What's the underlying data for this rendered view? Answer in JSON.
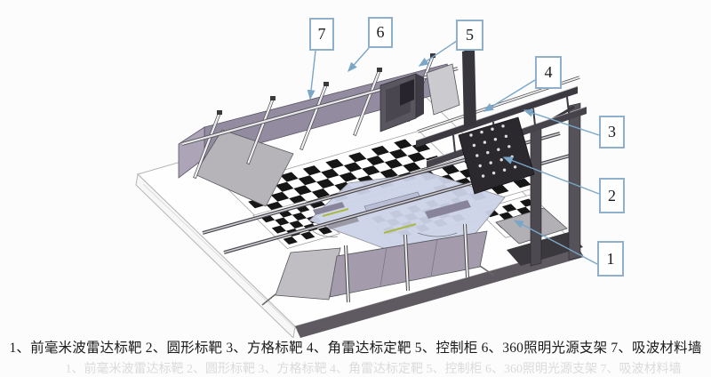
{
  "callouts": [
    {
      "num": "1",
      "target": "前毫米波雷达标靶"
    },
    {
      "num": "2",
      "target": "圆形标靶"
    },
    {
      "num": "3",
      "target": "方格标靶"
    },
    {
      "num": "4",
      "target": "角雷达标定靶"
    },
    {
      "num": "5",
      "target": "控制柜"
    },
    {
      "num": "6",
      "target": "360照明光源支架"
    },
    {
      "num": "7",
      "target": "吸波材料墙"
    }
  ],
  "caption": {
    "text": "1、前毫米波雷达标靶 2、圆形标靶 3、方格标靶 4、角雷达标定靶 5、控制柜 6、360照明光源支架 7、吸波材料墙",
    "ghost_text": "1、前毫米波雷达标靶 2、圆形标靶 3、方格标靶 4、角雷达标定靶 5、控制柜 6、360照明光源支架 7、吸波材料墙"
  },
  "legend_items": [
    {
      "num": "1",
      "label": "前毫米波雷达标靶"
    },
    {
      "num": "2",
      "label": "圆形标靶"
    },
    {
      "num": "3",
      "label": "方格标靶"
    },
    {
      "num": "4",
      "label": "角雷达标定靶"
    },
    {
      "num": "5",
      "label": "控制柜"
    },
    {
      "num": "6",
      "label": "360照明光源支架"
    },
    {
      "num": "7",
      "label": "吸波材料墙"
    }
  ],
  "colors": {
    "callout_border": "#8fb0cc",
    "leader_line": "#7aa6c8",
    "absorber_wall": "#938ba0",
    "target_panel": "#b3b1b6",
    "dark_structure": "#3a373d",
    "car_glass": "#cdd3e8",
    "checker_black": "#161616",
    "platform_edge_band": "#5f5a61",
    "accent_yellow_green": "#a9b93c"
  }
}
